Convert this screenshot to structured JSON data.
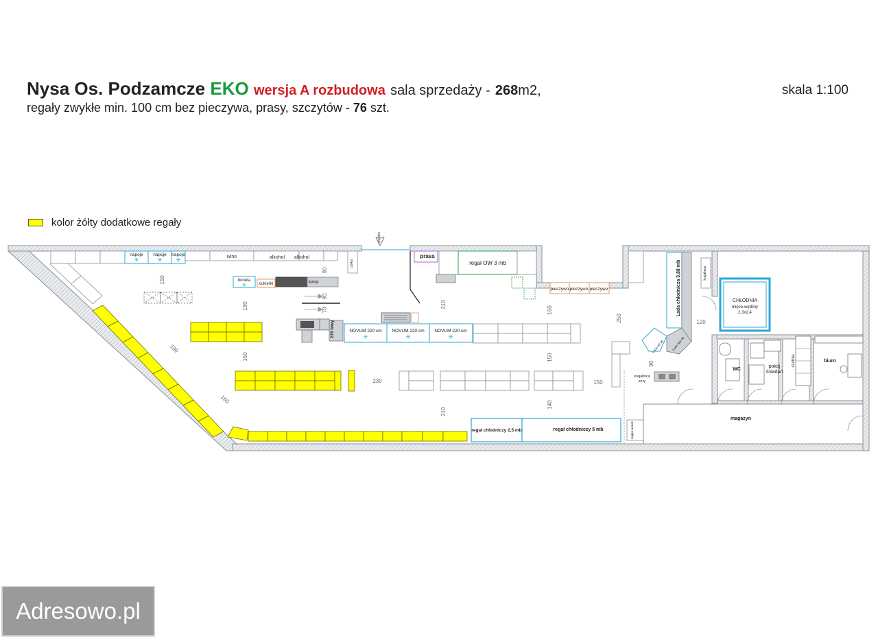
{
  "header": {
    "city": "Nysa Os. Podzamcze",
    "brand": "EKO",
    "version": "wersja A rozbudowa",
    "area_label": "sala sprzedaży -",
    "area_value": "268",
    "area_unit": "m2,",
    "line2_prefix": "regały zwykłe min. 100 cm bez pieczywa, prasy, szczytów -",
    "shelf_count": "76",
    "shelf_unit": "szt.",
    "scale": "skala 1:100"
  },
  "legend": {
    "label": "kolor żółty dodatkowe regały"
  },
  "colors": {
    "yellow": "#ffff00",
    "wall": "#dfe3e7",
    "cyan": "#2aa7d6",
    "green": "#2e9e4a",
    "orange": "#e8935a",
    "purple": "#b25fd0"
  },
  "labels": {
    "napoje": "napoje",
    "wino": "wino",
    "alkohol": "alkohol",
    "polka": "półka",
    "prasa": "prasa",
    "regal_ow": "regał OW 3 mb",
    "boneta": "boneta",
    "cukierki": "cukierki",
    "kasa": "kasa",
    "novum": "NOVUM 220 cm",
    "lewy": "235 lewy",
    "pieczywo": "pieczywo",
    "lada_chl": "Lada chłodnicza 3,88 mb",
    "lada_n": "Lada N2 90",
    "lada_nw": "Lada NW 90",
    "krajalnice": "krajalnice",
    "chlodnia_t": "CHŁODNIA",
    "chlodnia_s": "mięso-wędliny",
    "chlodnia_d": "2,3x2,4",
    "krajalnica": "krajalnica",
    "sery": "sery",
    "wc": "WC",
    "pokoj1": "pokój",
    "pokoj2": "śniadań",
    "szatnia": "szatnia",
    "biuro": "biuro",
    "magazyn": "magazyn",
    "regal_chl25": "regał chłodniczy 2,5 mb",
    "regal_chl5": "regał chłodniczy 5 mb",
    "myjka": "myjka wózek",
    "wejscie": "wejście"
  },
  "dims": {
    "d150a": "150",
    "d90a": "90",
    "d180": "180",
    "d90b": "90",
    "d70": "70",
    "d210a": "210",
    "d160a": "160",
    "d250": "250",
    "d120": "120",
    "d190": "190",
    "d150b": "150",
    "d230": "230",
    "d150c": "150",
    "d150d": "150",
    "d160b": "160",
    "d210b": "210",
    "d140": "140",
    "d90c": "90"
  },
  "watermark": "Adresowo.pl"
}
